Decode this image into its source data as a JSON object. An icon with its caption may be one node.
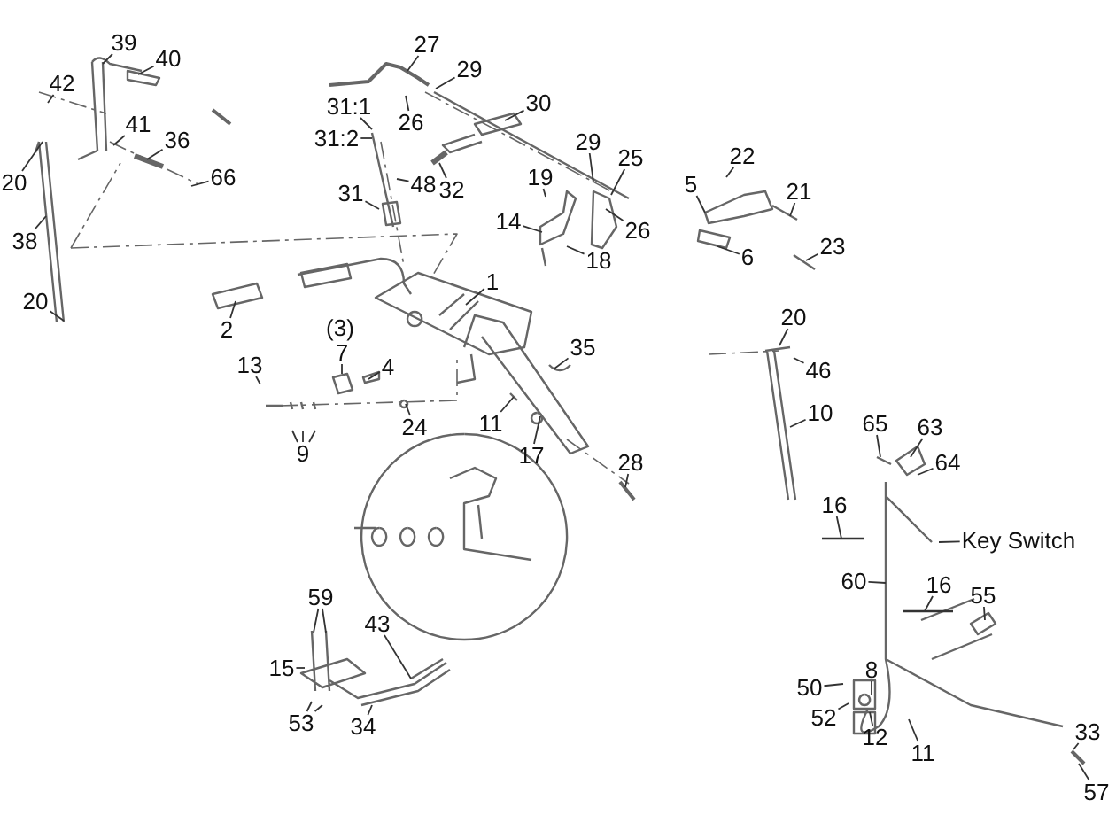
{
  "diagram": {
    "nodes": [
      {
        "text": [
          "39"
        ]
      },
      {
        "text": [
          "40"
        ]
      },
      {
        "text": [
          "27"
        ]
      },
      {
        "text": [
          "29"
        ]
      },
      {
        "text": [
          "42"
        ]
      },
      {
        "text": [
          "30"
        ]
      },
      {
        "text": [
          "31:1"
        ]
      },
      {
        "text": [
          "26"
        ]
      },
      {
        "text": [
          "41"
        ]
      },
      {
        "text": [
          "31:2"
        ]
      },
      {
        "text": [
          "36"
        ]
      },
      {
        "text": [
          "29"
        ]
      },
      {
        "text": [
          "22"
        ]
      },
      {
        "text": [
          "25"
        ]
      },
      {
        "text": [
          "19"
        ]
      },
      {
        "text": [
          "66"
        ]
      },
      {
        "text": [
          "20"
        ]
      },
      {
        "text": [
          "5"
        ]
      },
      {
        "text": [
          "32"
        ]
      },
      {
        "text": [
          "21"
        ]
      },
      {
        "text": [
          "31"
        ]
      },
      {
        "text": [
          "48"
        ]
      },
      {
        "text": [
          "14"
        ]
      },
      {
        "text": [
          "26"
        ]
      },
      {
        "text": [
          "38"
        ]
      },
      {
        "text": [
          "23"
        ]
      },
      {
        "text": [
          "6"
        ]
      },
      {
        "text": [
          "18"
        ]
      },
      {
        "text": [
          "1"
        ]
      },
      {
        "text": [
          "20"
        ]
      },
      {
        "text": [
          "20"
        ]
      },
      {
        "text": [
          "2"
        ]
      },
      {
        "text": [
          "35"
        ]
      },
      {
        "text": [
          "7"
        ]
      },
      {
        "text": [
          "4"
        ]
      },
      {
        "text": [
          "46"
        ]
      },
      {
        "text": [
          "13"
        ]
      },
      {
        "text": [
          "10"
        ]
      },
      {
        "text": [
          "11"
        ]
      },
      {
        "text": [
          "65"
        ]
      },
      {
        "text": [
          "63"
        ]
      },
      {
        "text": [
          "24"
        ]
      },
      {
        "text": [
          "9"
        ]
      },
      {
        "text": [
          "17"
        ]
      },
      {
        "text": [
          "28"
        ]
      },
      {
        "text": [
          "64"
        ]
      },
      {
        "text": [
          "16"
        ]
      },
      {
        "text": [
          "Key Switch"
        ]
      },
      {
        "text": [
          "60"
        ]
      },
      {
        "text": [
          "16"
        ]
      },
      {
        "text": [
          "55"
        ]
      },
      {
        "text": [
          "59"
        ]
      },
      {
        "text": [
          "43"
        ]
      },
      {
        "text": [
          "8"
        ]
      },
      {
        "text": [
          "15"
        ]
      },
      {
        "text": [
          "50"
        ]
      },
      {
        "text": [
          "52"
        ]
      },
      {
        "text": [
          "53"
        ]
      },
      {
        "text": [
          "34"
        ]
      },
      {
        "text": [
          "12"
        ]
      },
      {
        "text": [
          "11"
        ]
      },
      {
        "text": [
          "33"
        ]
      },
      {
        "text": [
          "57"
        ]
      }
    ],
    "edges": [
      {
        "from": 0,
        "to": null,
        "arrow": "none"
      },
      {
        "from": 1,
        "to": null,
        "arrow": "none"
      },
      {
        "from": 2,
        "to": null,
        "arrow": "none"
      },
      {
        "from": 3,
        "to": null,
        "arrow": "none"
      },
      {
        "from": 4,
        "to": null,
        "arrow": "none"
      },
      {
        "from": 5,
        "to": null,
        "arrow": "none"
      },
      {
        "from": 6,
        "to": null,
        "arrow": "none"
      },
      {
        "from": 7,
        "to": null,
        "arrow": "none"
      },
      {
        "from": 8,
        "to": null,
        "arrow": "none"
      },
      {
        "from": 9,
        "to": null,
        "arrow": "none"
      },
      {
        "from": 10,
        "to": null,
        "arrow": "none"
      },
      {
        "from": 11,
        "to": null,
        "arrow": "none"
      },
      {
        "from": 12,
        "to": null,
        "arrow": "none"
      },
      {
        "from": 13,
        "to": null,
        "arrow": "none"
      },
      {
        "from": 14,
        "to": null,
        "arrow": "none"
      },
      {
        "from": 15,
        "to": null,
        "arrow": "none"
      },
      {
        "from": 16,
        "to": null,
        "arrow": "none"
      },
      {
        "from": 17,
        "to": null,
        "arrow": "none"
      },
      {
        "from": 18,
        "to": null,
        "arrow": "none"
      },
      {
        "from": 19,
        "to": null,
        "arrow": "none"
      },
      {
        "from": 20,
        "to": null,
        "arrow": "none"
      },
      {
        "from": 21,
        "to": null,
        "arrow": "none"
      },
      {
        "from": 22,
        "to": null,
        "arrow": "none"
      },
      {
        "from": 23,
        "to": null,
        "arrow": "none"
      },
      {
        "from": 24,
        "to": null,
        "arrow": "none"
      },
      {
        "from": 25,
        "to": null,
        "arrow": "none"
      },
      {
        "from": 26,
        "to": null,
        "arrow": "none"
      },
      {
        "from": 27,
        "to": null,
        "arrow": "none"
      },
      {
        "from": 28,
        "to": null,
        "arrow": "none"
      },
      {
        "from": 29,
        "to": null,
        "arrow": "none"
      },
      {
        "from": 30,
        "to": null,
        "arrow": "none"
      },
      {
        "from": 31,
        "to": null,
        "arrow": "none"
      },
      {
        "from": 32,
        "to": null,
        "arrow": "none"
      },
      {
        "from": 33,
        "to": null,
        "arrow": "none"
      },
      {
        "from": 34,
        "to": null,
        "arrow": "none"
      },
      {
        "from": 35,
        "to": null,
        "arrow": "none"
      },
      {
        "from": 36,
        "to": null,
        "arrow": "none"
      },
      {
        "from": 37,
        "to": null,
        "arrow": "none"
      },
      {
        "from": 38,
        "to": null,
        "arrow": "none"
      },
      {
        "from": 39,
        "to": null,
        "arrow": "none"
      },
      {
        "from": 40,
        "to": null,
        "arrow": "none"
      },
      {
        "from": 41,
        "to": null,
        "arrow": "none"
      },
      {
        "from": 42,
        "to": null,
        "arrow": "none"
      },
      {
        "from": 42,
        "to": null,
        "arrow": "none"
      },
      {
        "from": 42,
        "to": null,
        "arrow": "none"
      },
      {
        "from": 43,
        "to": null,
        "arrow": "none"
      },
      {
        "from": 44,
        "to": null,
        "arrow": "none"
      },
      {
        "from": 45,
        "to": null,
        "arrow": "none"
      },
      {
        "from": 46,
        "to": null,
        "arrow": "none"
      },
      {
        "from": 47,
        "to": null,
        "arrow": "none"
      },
      {
        "from": 48,
        "to": null,
        "arrow": "none"
      },
      {
        "from": 49,
        "to": null,
        "arrow": "none"
      },
      {
        "from": 50,
        "to": null,
        "arrow": "none"
      },
      {
        "from": 51,
        "to": null,
        "arrow": "none"
      },
      {
        "from": 51,
        "to": null,
        "arrow": "none"
      },
      {
        "from": 52,
        "to": null,
        "arrow": "none"
      },
      {
        "from": 53,
        "to": null,
        "arrow": "none"
      },
      {
        "from": 54,
        "to": null,
        "arrow": "none"
      },
      {
        "from": 55,
        "to": null,
        "arrow": "none"
      },
      {
        "from": 56,
        "to": null,
        "arrow": "none"
      },
      {
        "from": 57,
        "to": null,
        "arrow": "none"
      },
      {
        "from": 57,
        "to": null,
        "arrow": "none"
      },
      {
        "from": 58,
        "to": null,
        "arrow": "none"
      },
      {
        "from": 59,
        "to": null,
        "arrow": "none"
      },
      {
        "from": 60,
        "to": null,
        "arrow": "none"
      },
      {
        "from": 61,
        "to": null,
        "arrow": "none"
      },
      {
        "from": 62,
        "to": null,
        "arrow": "none"
      }
    ],
    "labels": [
      "(3)"
    ]
  }
}
